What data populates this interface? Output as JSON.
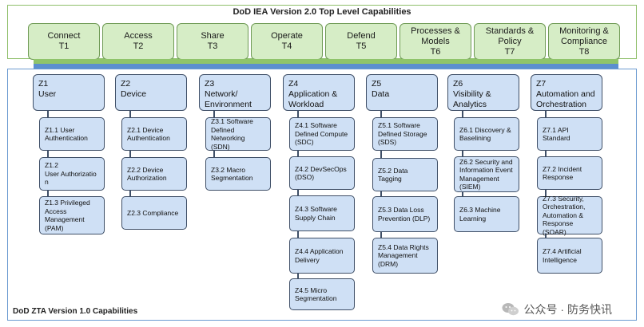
{
  "iea": {
    "title": "DoD IEA Version 2.0 Top Level Capabilities",
    "capabilities": [
      {
        "label": "Connect\nT1"
      },
      {
        "label": "Access\nT2"
      },
      {
        "label": "Share\nT3"
      },
      {
        "label": "Operate\nT4"
      },
      {
        "label": "Defend\nT5"
      },
      {
        "label": "Processes &\nModels\nT6"
      },
      {
        "label": "Standards &\nPolicy\nT7"
      },
      {
        "label": "Monitoring &\nCompliance\nT8"
      }
    ]
  },
  "zta": {
    "title": "DoD ZTA Version 1.0 Capabilities",
    "pillars": [
      {
        "label": "Z1\nUser",
        "items": [
          "Z1.1 User\nAuthentication",
          "Z1.2\nUser Authorizatio\nn",
          "Z1.3 Privileged\nAccess\nManagement\n(PAM)"
        ]
      },
      {
        "label": "Z2\nDevice",
        "items": [
          "Z2.1 Device\nAuthentication",
          "Z2.2  Device\nAuthorization",
          "Z2.3 Compliance"
        ]
      },
      {
        "label": "Z3\nNetwork/\nEnvironment",
        "items": [
          "Z3.1 Software\nDefined\nNetworking (SDN)",
          "Z3.2 Macro\nSegmentation"
        ]
      },
      {
        "label": "Z4\nApplication &\nWorkload",
        "items": [
          "Z4.1 Software\nDefined Compute\n(SDC)",
          "Z4.2 DevSecOps\n(DSO)",
          "Z4.3 Software\nSupply Chain",
          "Z4.4 Application\nDelivery",
          "Z4.5 Micro\nSegmentation"
        ]
      },
      {
        "label": "Z5\nData",
        "items": [
          "Z5.1 Software\nDefined Storage\n(SDS)",
          "Z5.2 Data Tagging",
          "Z5.3 Data Loss\nPrevention (DLP)",
          "Z5.4 Data Rights\nManagement\n(DRM)"
        ]
      },
      {
        "label": "Z6\nVisibility &\nAnalytics",
        "items": [
          "Z6.1 Discovery &\nBaselining",
          "Z6.2 Security and\nInformation Event\nManagement\n(SIEM)",
          "Z6.3 Machine\nLearning"
        ]
      },
      {
        "label": "Z7\nAutomation and\nOrchestration",
        "items": [
          "Z7.1 API Standard",
          "Z7.2 Incident\nResponse",
          "Z7.3 Security,\nOrchestration,\nAutomation &\nResponse (SOAR)",
          "Z7.4 Artificial\nIntelligence"
        ]
      }
    ]
  },
  "watermark": {
    "text": "公众号 · 防务快讯",
    "icon": "wechat-icon"
  },
  "colors": {
    "iea_box": "#d6edc6",
    "iea_border": "#6f9a55",
    "zta_box": "#cfe0f5",
    "zta_border": "#3f4f67",
    "band_green": "#8fc46a",
    "band_blue": "#5b8fcf"
  }
}
